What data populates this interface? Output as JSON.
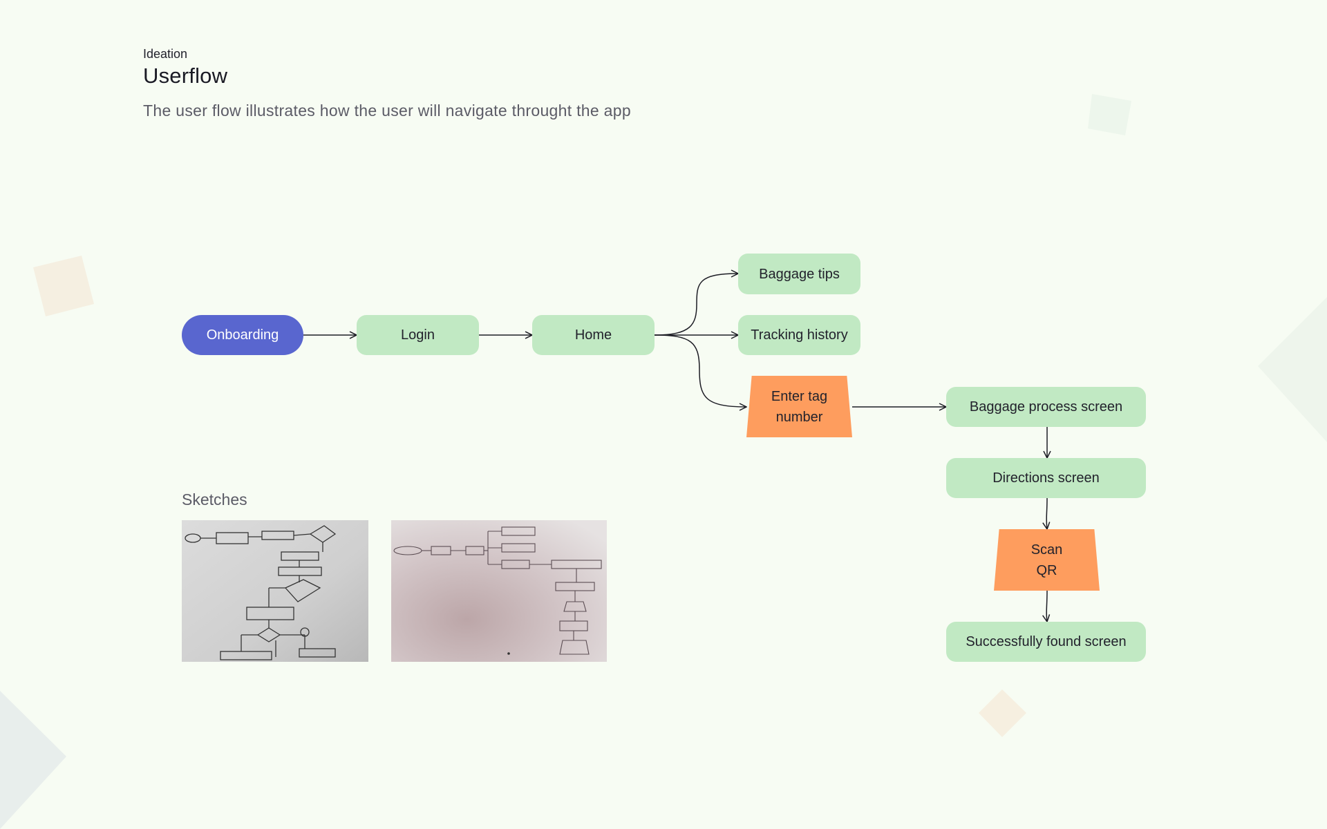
{
  "header": {
    "section_label": "Ideation",
    "title": "Userflow",
    "subtitle": "The user flow illustrates how the user will navigate throught the app"
  },
  "flow": {
    "nodes": [
      {
        "id": "onboarding",
        "label": "Onboarding",
        "shape": "pill",
        "color": "#5966cf"
      },
      {
        "id": "login",
        "label": "Login",
        "shape": "rounded",
        "color": "#c1e9c3"
      },
      {
        "id": "home",
        "label": "Home",
        "shape": "rounded",
        "color": "#c1e9c3"
      },
      {
        "id": "baggage_tips",
        "label": "Baggage tips",
        "shape": "rounded",
        "color": "#c1e9c3"
      },
      {
        "id": "tracking_history",
        "label": "Tracking history",
        "shape": "rounded",
        "color": "#c1e9c3"
      },
      {
        "id": "enter_tag",
        "label": "Enter tag\nnumber",
        "shape": "trapezoid",
        "color": "#fe9d5e"
      },
      {
        "id": "baggage_process",
        "label": "Baggage process screen",
        "shape": "rounded",
        "color": "#c1e9c3"
      },
      {
        "id": "directions",
        "label": "Directions screen",
        "shape": "rounded",
        "color": "#c1e9c3"
      },
      {
        "id": "scan_qr",
        "label": "Scan\nQR",
        "shape": "trapezoid",
        "color": "#fe9d5e"
      },
      {
        "id": "success",
        "label": "Successfully found screen",
        "shape": "rounded",
        "color": "#c1e9c3"
      }
    ],
    "edges": [
      [
        "onboarding",
        "login"
      ],
      [
        "login",
        "home"
      ],
      [
        "home",
        "baggage_tips"
      ],
      [
        "home",
        "tracking_history"
      ],
      [
        "home",
        "enter_tag"
      ],
      [
        "enter_tag",
        "baggage_process"
      ],
      [
        "baggage_process",
        "directions"
      ],
      [
        "directions",
        "scan_qr"
      ],
      [
        "scan_qr",
        "success"
      ]
    ]
  },
  "sketches": {
    "heading": "Sketches",
    "images": [
      {
        "name": "sketch-photo-1",
        "kind": "hand-drawn userflow photo"
      },
      {
        "name": "sketch-photo-2",
        "kind": "hand-drawn userflow photo"
      }
    ]
  },
  "colors": {
    "background": "#f7fcf3",
    "green_node": "#c1e9c3",
    "orange_node": "#fe9d5e",
    "accent_blue": "#5966cf",
    "line": "#1c1c24"
  }
}
